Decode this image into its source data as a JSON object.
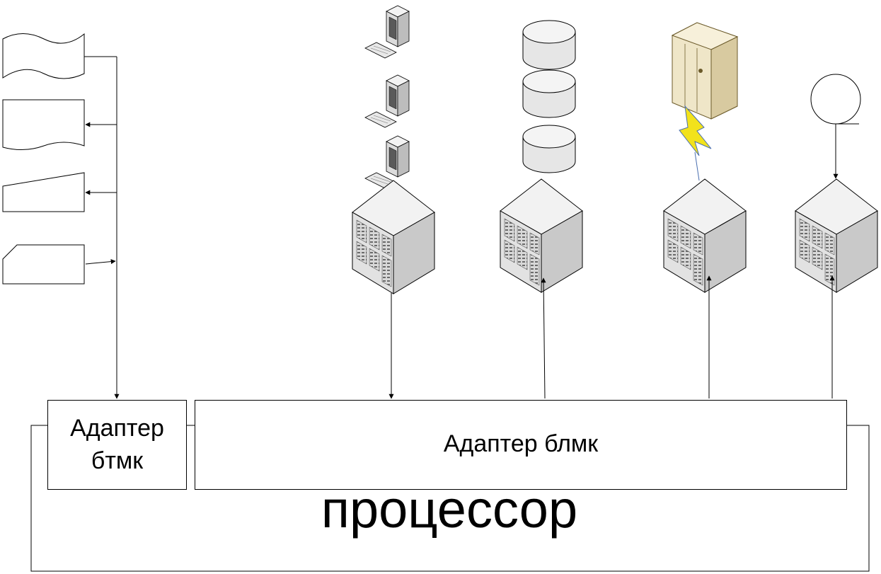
{
  "adapter_btmk": {
    "line1": "Адаптер",
    "line2": "бтмк"
  },
  "adapter_blmk": {
    "label": "Адаптер блмк"
  },
  "processor": {
    "label": "процессор"
  },
  "colors": {
    "line": "#000000",
    "cube_top": "#f2f2f2",
    "cube_left": "#e2e2e2",
    "cube_right": "#c9c9c9",
    "disk": "#e6e6e6",
    "tower": "#efe6c8",
    "lightning": "#f2e21c"
  },
  "icons": {
    "left_devices": [
      "paper-tape-icon",
      "document-icon",
      "manual-input-icon",
      "punch-card-icon"
    ],
    "top_devices": [
      "terminal-workstations-icon",
      "disk-stack-icon",
      "remote-server-icon",
      "circle-device-icon"
    ],
    "controllers": [
      "controller-cube-icon"
    ]
  }
}
